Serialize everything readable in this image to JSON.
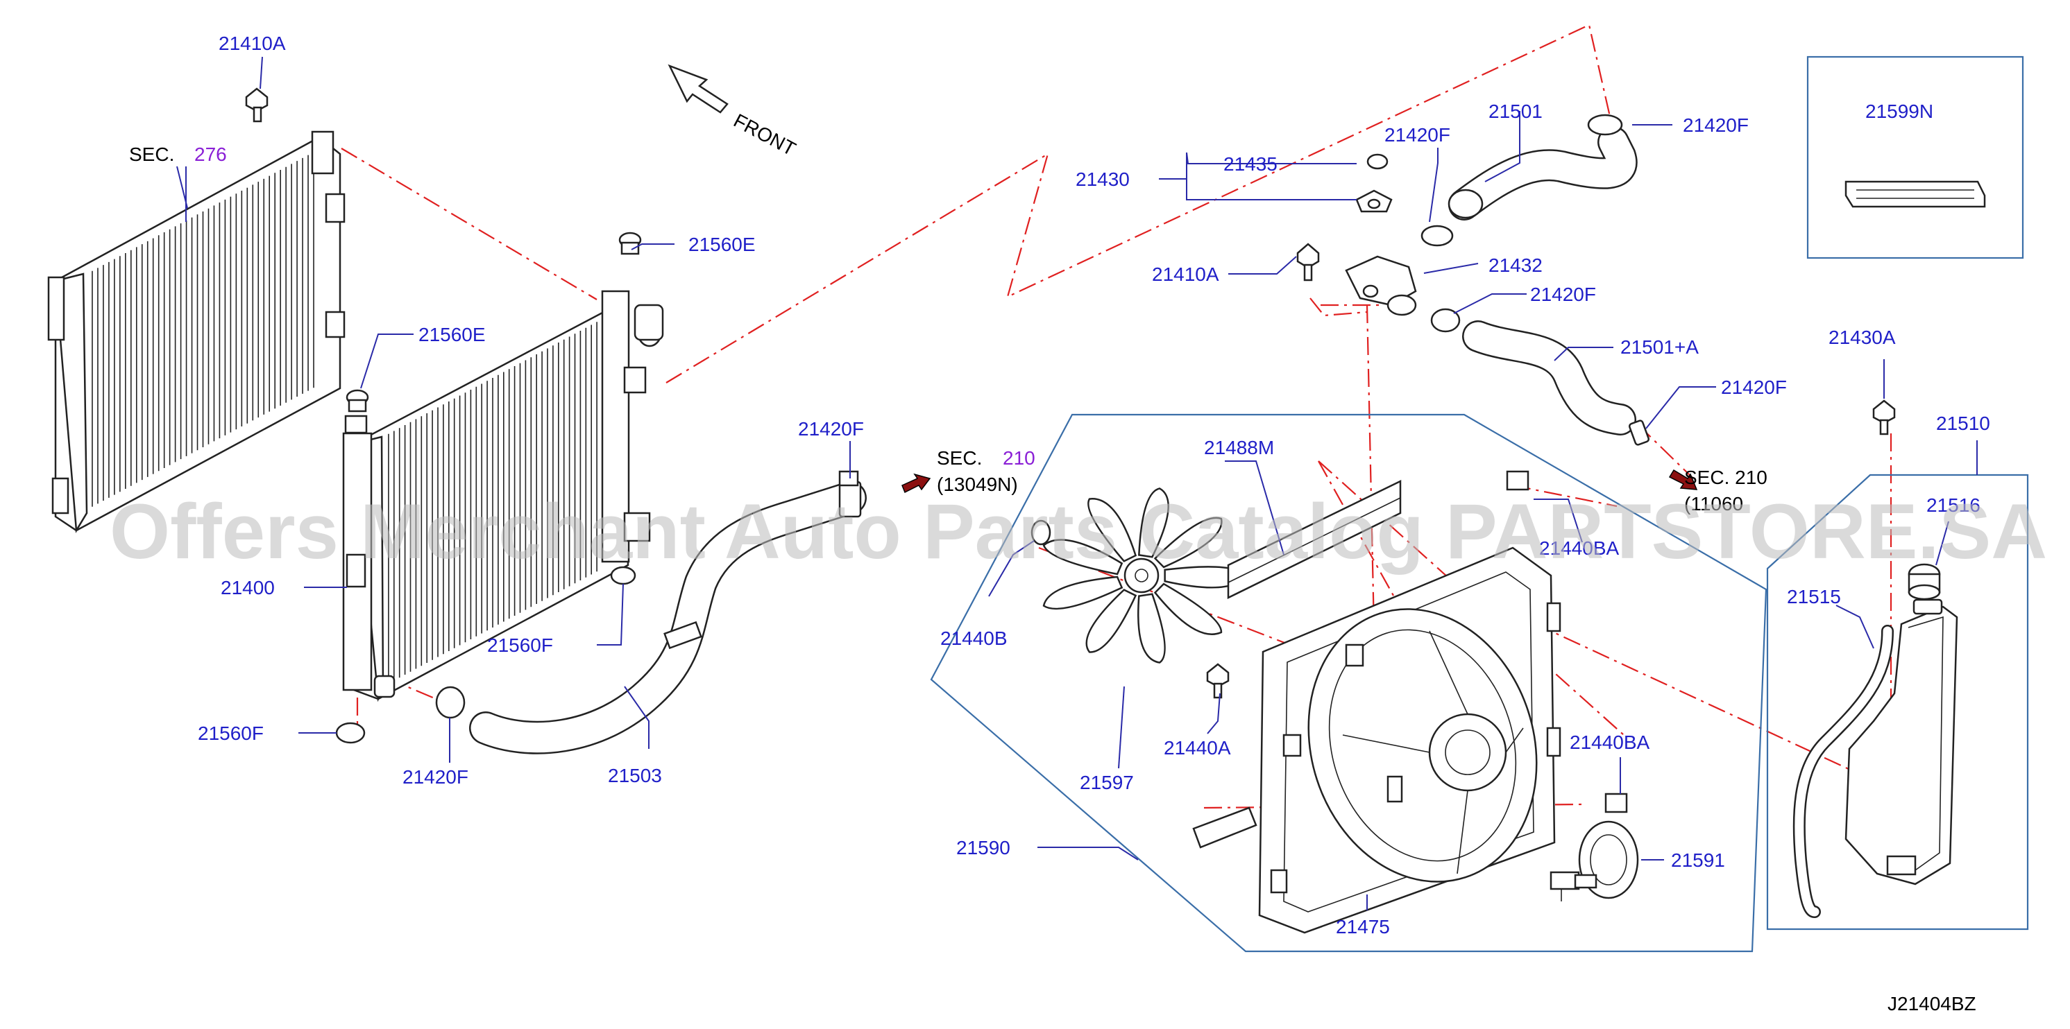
{
  "colors": {
    "part_number": "#1f1fc8",
    "sec_number": "#8a1fd6",
    "leader": "#2a2aa8",
    "centerline": "#e02020",
    "group_box": "#3a6ea8",
    "watermark": "#bdbdbd"
  },
  "diagram": {
    "front_label": "FRONT",
    "sec_prefix": "SEC.",
    "sec_276": "276",
    "sec_210": "210",
    "sec_210_sub": "(13049N)",
    "sec_right": "SEC. 210",
    "sec_right_sub": "(11060",
    "watermark": "Offers Merchant Auto Parts Catalog PARTSTORE.SA",
    "diagram_code": "J21404BZ",
    "labels": {
      "p21410A_top": "21410A",
      "p21560E_upper": "21560E",
      "p21560E_left": "21560E",
      "p21400": "21400",
      "p21560F_mid": "21560F",
      "p21560F_low": "21560F",
      "p21420F_low": "21420F",
      "p21503": "21503",
      "p21420F_hose": "21420F",
      "p21435": "21435",
      "p21430": "21430",
      "p21420F_a": "21420F",
      "p21501": "21501",
      "p21420F_b": "21420F",
      "p21410A_mid": "21410A",
      "p21432": "21432",
      "p21420F_c": "21420F",
      "p21501A": "21501+A",
      "p21420F_d": "21420F",
      "p21599N": "21599N",
      "p21430A": "21430A",
      "p21510": "21510",
      "p21516": "21516",
      "p21515": "21515",
      "p21488M": "21488M",
      "p21440BA_top": "21440BA",
      "p21440B": "21440B",
      "p21440A": "21440A",
      "p21597": "21597",
      "p21440BA_low": "21440BA",
      "p21591": "21591",
      "p21590": "21590",
      "p21475": "21475"
    }
  }
}
